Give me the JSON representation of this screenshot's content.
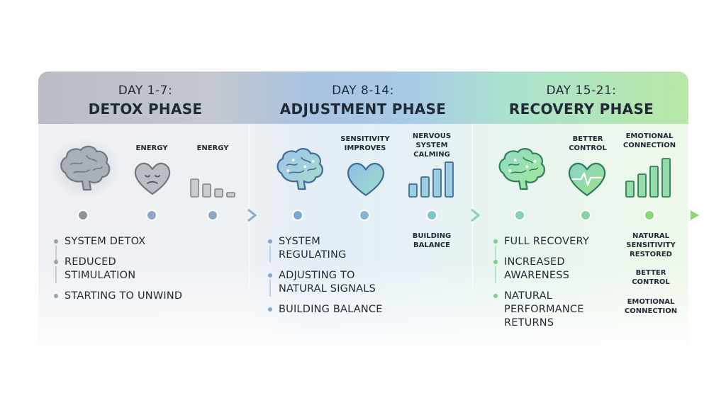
{
  "phases": [
    {
      "day": "DAY 1-7:",
      "name": "DETOX PHASE",
      "icon_labels": [
        "ENERGY",
        "ENERGY"
      ],
      "items": [
        "SYSTEM DETOX",
        "REDUCED STIMULATION",
        "STARTING TO UNWIND"
      ],
      "side_labels": [],
      "color": "#9aa0a8"
    },
    {
      "day": "DAY 8-14:",
      "name": "ADJUSTMENT PHASE",
      "icon_labels": [
        "SENSITIVITY IMPROVES",
        "NERVOUS SYSTEM CALMING"
      ],
      "items": [
        "SYSTEM REGULATING",
        "ADJUSTING TO NATURAL SIGNALS",
        "BUILDING BALANCE"
      ],
      "side_labels": [
        "BUILDING BALANCE"
      ],
      "color": "#7fa7d6"
    },
    {
      "day": "DAY 15-21:",
      "name": "RECOVERY PHASE",
      "icon_labels": [
        "BETTER CONTROL",
        "EMOTIONAL CONNECTION"
      ],
      "items": [
        "FULL RECOVERY",
        "INCREASED AWARENESS",
        "NATURAL PERFORMANCE RETURNS"
      ],
      "side_labels": [
        "NATURAL SENSITIVITY RESTORED",
        "BETTER CONTROL",
        "EMOTIONAL CONNECTION"
      ],
      "color": "#7dcc8f"
    }
  ],
  "icons": [
    "brain-icon",
    "sad-heart-icon",
    "declining-bars-icon",
    "brain-icon",
    "heart-icon",
    "rising-bars-icon",
    "brain-icon",
    "heartbeat-icon",
    "rising-bars-icon"
  ]
}
